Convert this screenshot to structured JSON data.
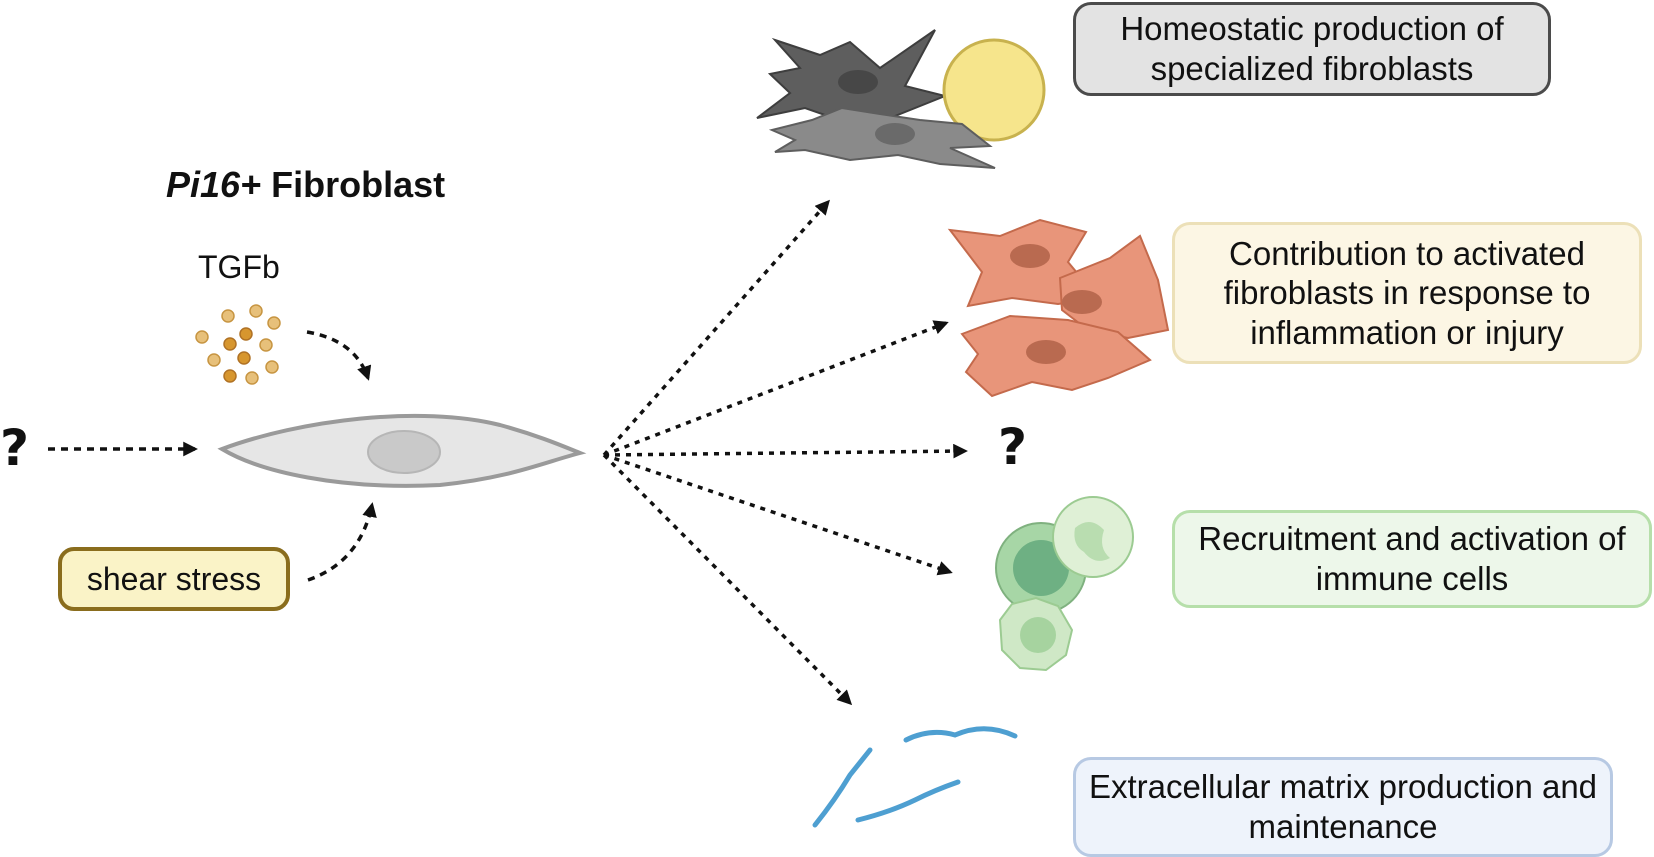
{
  "title_italic": "Pi16+",
  "title_rest": "Fibroblast",
  "inputs": {
    "tgfb_label": "TGFb",
    "shear_label": "shear stress",
    "unknown_input": "?"
  },
  "outcomes": {
    "homeostatic": "Homeostatic production of specialized fibroblasts",
    "activated": "Contribution to activated fibroblasts in response to inflammation or injury",
    "unknown": "?",
    "immune": "Recruitment and activation of immune cells",
    "ecm": "Extracellular matrix production and maintenance"
  },
  "colors": {
    "fibroblast_fill": "#e6e6e6",
    "fibroblast_stroke": "#9a9a9a",
    "activated_fibroblast": "#e8957a",
    "specialized_fibroblast": "#5e5e5e",
    "adipocyte": "#f6e58c",
    "immune_cell": "#9fd3a4",
    "ecm_fiber": "#4e9fd1",
    "tgfb_dot": "#dca24b",
    "arrow": "#111111"
  }
}
